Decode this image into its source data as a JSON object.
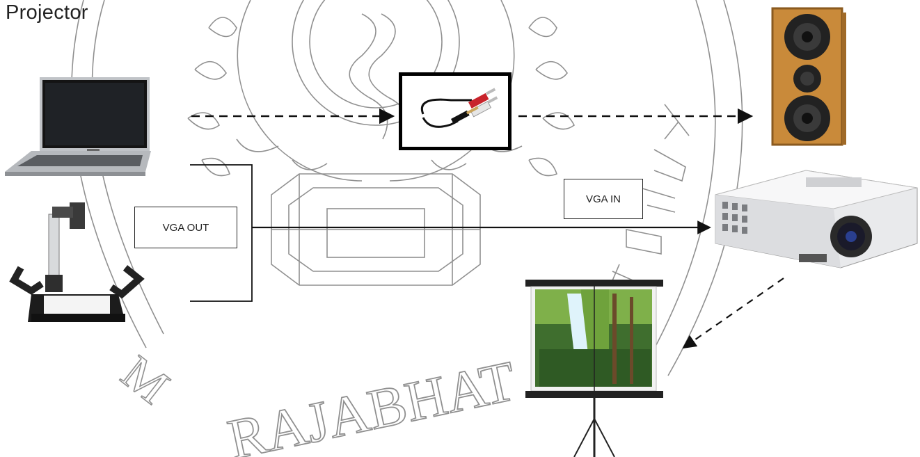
{
  "title": "Projector",
  "labels": {
    "vga_out": "VGA OUT",
    "vga_in": "VGA IN"
  },
  "watermark": {
    "text": "RAJABHAT"
  },
  "devices": [
    {
      "name": "laptop",
      "icon": "laptop-icon"
    },
    {
      "name": "document camera",
      "icon": "document-camera-icon"
    },
    {
      "name": "audio cable",
      "icon": "audio-cable-icon"
    },
    {
      "name": "speaker",
      "icon": "speaker-icon"
    },
    {
      "name": "projector",
      "icon": "projector-icon"
    },
    {
      "name": "projection screen",
      "icon": "projection-screen-icon"
    }
  ],
  "connections": [
    {
      "from": "laptop",
      "to": "audio cable",
      "style": "dashed"
    },
    {
      "from": "audio cable",
      "to": "speaker",
      "style": "dashed"
    },
    {
      "from": "laptop",
      "to": "projector",
      "style": "solid",
      "label": "VGA OUT / VGA IN"
    },
    {
      "from": "document camera",
      "to": "projector",
      "style": "solid"
    },
    {
      "from": "projector",
      "to": "projection screen",
      "style": "dashed"
    }
  ],
  "colors": {
    "line": "#111111",
    "watermark": "#6b6b6b",
    "speaker_wood": "#c98a3a"
  }
}
